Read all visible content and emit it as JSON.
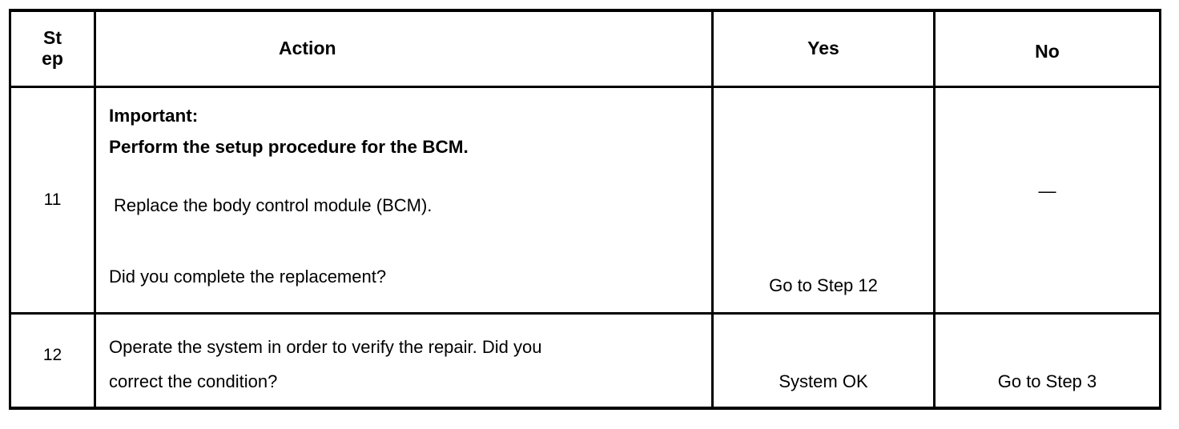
{
  "table": {
    "headers": {
      "step_line1": "St",
      "step_line2": "ep",
      "action": "Action",
      "yes": "Yes",
      "no": "No"
    },
    "rows": [
      {
        "step": "11",
        "action": {
          "important_label": "Important:",
          "important_text": "Perform the setup procedure for the BCM.",
          "instruction": " Replace the body control module (BCM).",
          "question": "Did you complete the replacement?"
        },
        "yes": "Go to Step 12",
        "no": "—"
      },
      {
        "step": "12",
        "action": {
          "line1": "Operate the system in order to verify the repair. Did you",
          "line2": "correct the condition?"
        },
        "yes": "System OK",
        "no": "Go to Step 3"
      }
    ]
  },
  "colors": {
    "border": "#000000",
    "text": "#000000",
    "background": "#ffffff"
  }
}
